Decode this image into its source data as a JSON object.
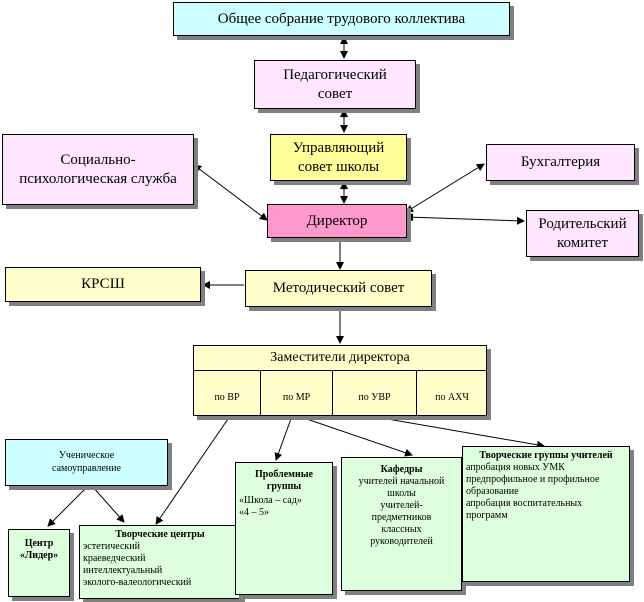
{
  "nodes": {
    "general_assembly": "Общее собрание трудового коллектива",
    "ped_council": "Педагогический совет",
    "school_council": "Управляющий совет школы",
    "social_service": "Социально-психологическая служба",
    "accounting": "Бухгалтерия",
    "director": "Директор",
    "parent_committee": "Родительский комитет",
    "krssh": "КРСШ",
    "method_council": "Методический совет",
    "deputies": {
      "title": "Заместители директора",
      "subs": [
        "по ВР",
        "по МР",
        "по УВР",
        "по АХЧ"
      ]
    },
    "student_self_gov": "Ученическое самоуправление",
    "center_leader": "Центр «Лидер»",
    "creative_centers": {
      "title": "Творческие центры",
      "items": [
        "эстетический",
        "краеведческий",
        "интеллектуальный",
        "эколого-валеологический"
      ]
    },
    "problem_groups": {
      "title": "Проблемные группы",
      "items": [
        "«Школа – сад»",
        "«4 – 5»"
      ]
    },
    "departments": {
      "title": "Кафедры",
      "items": [
        "учителей начальной школы",
        "учителей-предметников",
        "классных руководителей"
      ]
    },
    "teacher_groups": {
      "title": "Творческие группы учителей",
      "items": [
        "апробация новых УМК",
        "предпрофильное и профильное образование",
        "апробация воспитательных программ"
      ]
    }
  }
}
